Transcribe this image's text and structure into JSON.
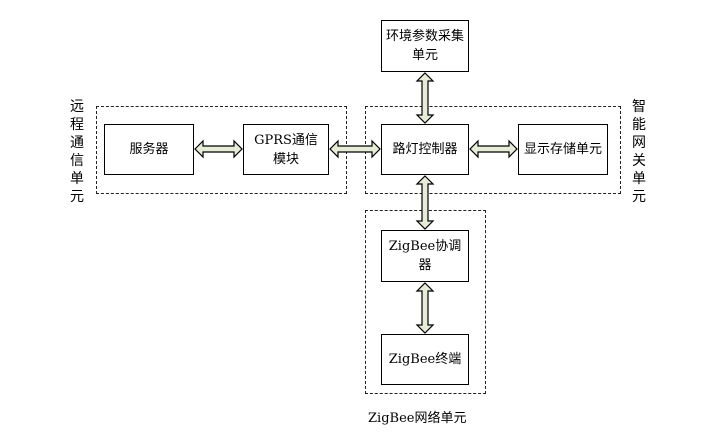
{
  "blocks": {
    "env": "环境参数采集单元",
    "server": "服务器",
    "gprs": "GPRS通信模块",
    "controller": "路灯控制器",
    "display": "显示存储单元",
    "coordinator": "ZigBee协调器",
    "terminal": "ZigBee终端"
  },
  "groups": {
    "remote": "远程通信单元",
    "gateway": "智能网关单元",
    "zigbee": "ZigBee网络单元"
  },
  "connections": [
    {
      "from": "server",
      "to": "gprs",
      "type": "bidirectional"
    },
    {
      "from": "gprs",
      "to": "controller",
      "type": "bidirectional"
    },
    {
      "from": "controller",
      "to": "display",
      "type": "bidirectional"
    },
    {
      "from": "env",
      "to": "controller",
      "type": "bidirectional"
    },
    {
      "from": "controller",
      "to": "coordinator",
      "type": "bidirectional"
    },
    {
      "from": "coordinator",
      "to": "terminal",
      "type": "bidirectional"
    }
  ],
  "colors": {
    "line": "#000000",
    "arrow_fill": "#e7ecd8"
  }
}
